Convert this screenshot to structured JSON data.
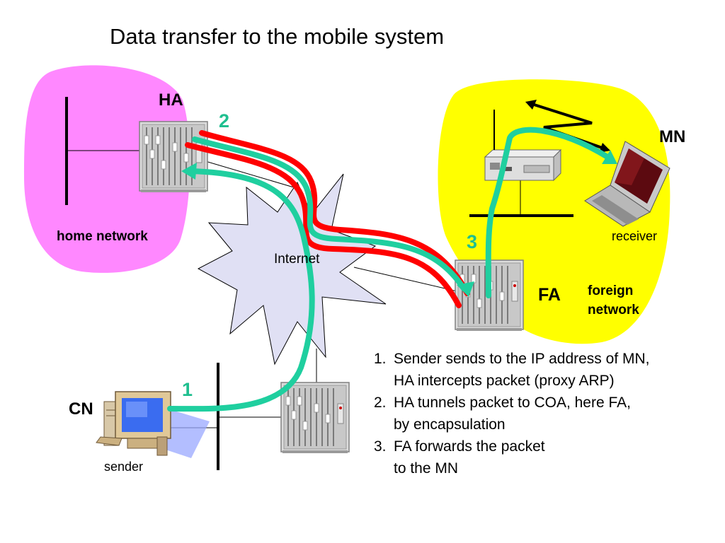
{
  "title": "Data transfer to the mobile system",
  "labels": {
    "ha": "HA",
    "mn": "MN",
    "fa": "FA",
    "cn": "CN",
    "home_network": "home network",
    "foreign_network_line1": "foreign",
    "foreign_network_line2": "network",
    "receiver": "receiver",
    "sender": "sender",
    "internet": "Internet"
  },
  "steps": [
    "1",
    "2",
    "3"
  ],
  "notes": [
    {
      "num": "1.",
      "lines": [
        "Sender sends to the IP address of MN,",
        "HA intercepts packet (proxy ARP)"
      ]
    },
    {
      "num": "2.",
      "lines": [
        "HA tunnels packet to COA, here FA,",
        "by encapsulation"
      ]
    },
    {
      "num": "3.",
      "lines": [
        "FA forwards the packet",
        "to the MN"
      ]
    }
  ],
  "colors": {
    "home_network": "#ff88ff",
    "foreign_network": "#ffff00",
    "internet_cloud": "#e0e0f4",
    "tunnel_red": "#ff0000",
    "path_green": "#1fcf9f",
    "step_number": "#1fbf8f"
  },
  "icons": [
    "router-icon",
    "access-point-icon",
    "laptop-icon",
    "desktop-computer-icon",
    "wireless-link-icon"
  ]
}
